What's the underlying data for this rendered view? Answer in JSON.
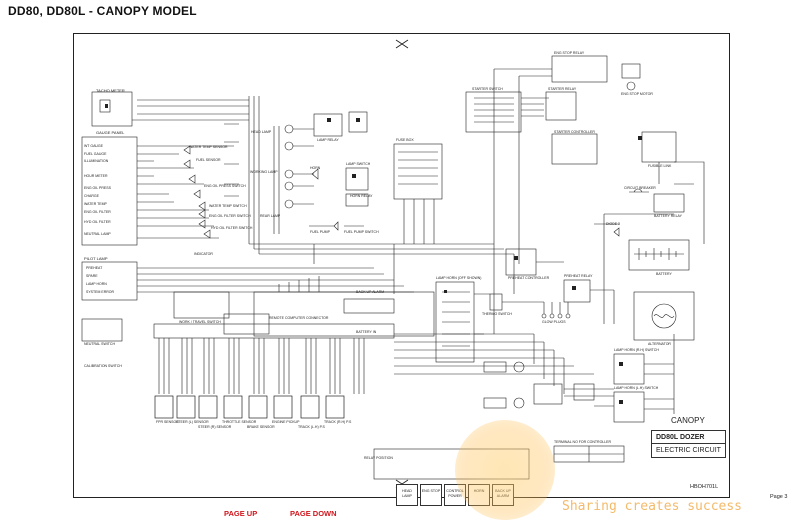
{
  "title": "DD80, DD80L - CANOPY MODEL",
  "labels": {
    "tacho_meter": "TACHO METER",
    "gauge_panel": "GAUGE PANEL",
    "hour_meter": "HOUR METER",
    "pilot_lamp": "PILOT LAMP",
    "starter_switch": "STARTER SWITCH",
    "starter_relay": "STARTER RELAY",
    "starter_controller": "STARTER CONTROLLER",
    "eng_stop_relay": "ENG STOP RELAY",
    "eng_stop_motor": "ENG STOP MOTOR",
    "fuse_box": "FUSE BOX",
    "fusible_link": "FUSIBLE LINK",
    "circuit_breaker": "CIRCUIT BREAKER",
    "battery_relay": "BATTERY RELAY",
    "battery": "BATTERY",
    "diode": "DIODE 3",
    "alternator": "ALTERNATOR",
    "preheat_controller": "PREHEAT CONTROLLER",
    "preheat_relay": "PREHEAT RELAY",
    "glow_plugs": "GLOW PLUGS",
    "thermo_switch": "THERMO SWITCH",
    "lamp_hornl": "LAMP HORN (OFF SHOWN)",
    "head_lamp": "HEAD LAMP",
    "working_lamp": "WORKING LAMP",
    "rear_lamp": "REAR LAMP",
    "horn": "HORN",
    "horn_relay": "HORN RELAY",
    "lamp_relay": "LAMP RELAY",
    "lamp_switch": "LAMP SWITCH",
    "fuel_pump": "FUEL PUMP",
    "fuel_pump_switch": "FUEL PUMP SWITCH",
    "water_temp_sensor": "WATER TEMP SENSOR",
    "fuel_sensor": "FUEL SENSOR",
    "eng_oil_press_switch": "ENG OIL PRESS SWITCH",
    "water_temp_switch": "WATER TEMP SWITCH",
    "eng_oil_filter_switch": "ENG OIL FILTER SWITCH",
    "hyd_oil_filter_switch": "HYD OIL FILTER SWITCH",
    "indicator": "INDICATOR",
    "work_travel_switch": "WORK / TRAVEL SWITCH",
    "remote_computer_connector": "REMOTE COMPUTER CONNECTOR",
    "back_up_alarm": "BACK UP ALARM",
    "battery_in": "BATTERY IN",
    "neutral_switch": "NEUTRAL SWITCH",
    "calibration_switch": "CALIBRATION SWITCH",
    "lamp_horn_rh": "LAMP HORN (R.H) SWITCH",
    "lamp_horn_lh": "LAMP HORN (L.H) SWITCH",
    "terminal_no": "TERMINAL NO FOR CONTROLLER",
    "relay_position": "RELAY POSITION"
  },
  "gauge_items": [
    "WT GAUGE",
    "FUEL GAUGE",
    "ILLUMINATION",
    "HOUR METER",
    "ENG OIL PRESS",
    "CHARGE",
    "WATER TEMP",
    "ENG OIL FILTER",
    "HYD OIL FILTER",
    "NEUTRAL LAMP"
  ],
  "pilot_items": [
    "PREHEAT",
    "SPARE",
    "LAMP HORN",
    "SYSTEM ERROR"
  ],
  "sensors": [
    "FPR SENSOR",
    "STEER (L) SENSOR",
    "STEER (R) SENSOR",
    "THROTTLE SENSOR",
    "BRAKE SENSOR",
    "ENGINE PICKUP",
    "TRACK (L.H) P.S",
    "TRACK (R.H) P.S"
  ],
  "relay_cells": [
    "HEAD LAMP",
    "ENG STOP",
    "CONTROL POWER",
    "HORN",
    "BACK UP ALARM"
  ],
  "titleblock": {
    "canopy": "CANOPY",
    "model": "DD80L DOZER",
    "circuit": "ELECTRIC CIRCUIT",
    "code": "HBOH701L"
  },
  "page": "Page 3",
  "nav": {
    "page_up": "PAGE UP",
    "page_down": "PAGE DOWN"
  },
  "watermark": "Sharing creates success"
}
